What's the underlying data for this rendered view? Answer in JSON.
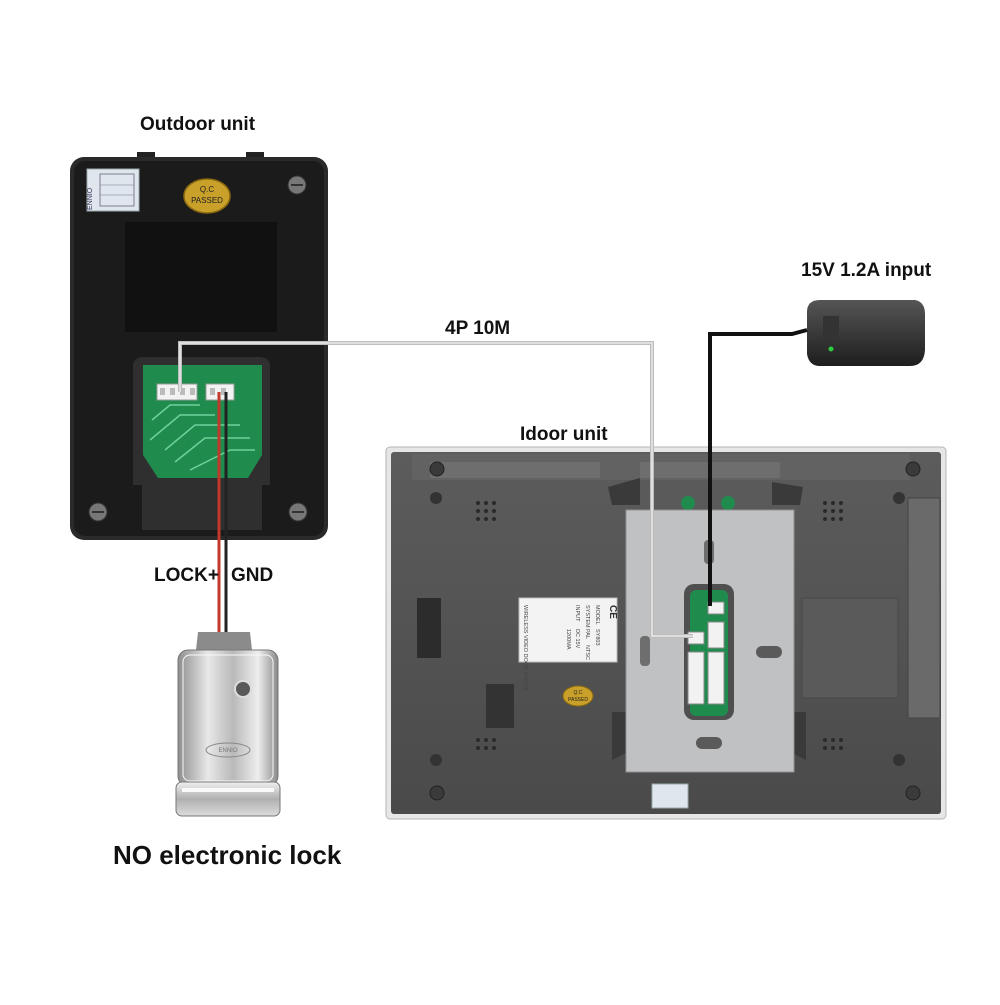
{
  "labels": {
    "outdoor_unit": "Outdoor unit",
    "indoor_unit": "Idoor unit",
    "cable": "4P 10M",
    "power": "15V 1.2A input",
    "lock_plus": "LOCK+",
    "gnd": "GND",
    "lock": "NO electronic lock"
  },
  "outdoor_sticker": {
    "brand": "ENNIO",
    "qc_line1": "Q.C",
    "qc_line2": "PASSED"
  },
  "indoor_label": {
    "ce": "CE",
    "model_label": "MODEL",
    "model_value": "SY803",
    "system_label": "SYSTEM",
    "system_value": "PAL",
    "ntsc": "NTSC",
    "input_label": "INPUT",
    "input_value": "DC 15V",
    "current": "1200MA",
    "product": "WIRELESS VIDEO DOOR PHONE"
  },
  "indoor_qc": {
    "line1": "Q.C",
    "line2": "PASSED"
  },
  "lock_brand": "ENNIO"
}
